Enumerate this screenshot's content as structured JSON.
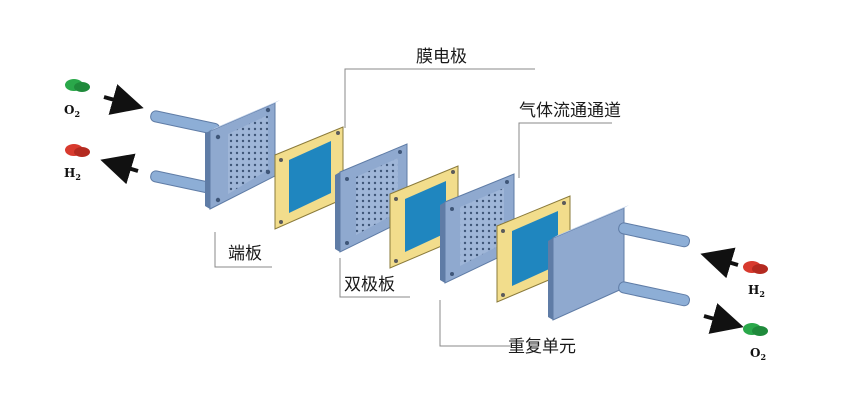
{
  "labels": {
    "mea": "膜电极",
    "flow_channel": "气体流通通道",
    "end_plate": "端板",
    "bipolar_plate": "双极板",
    "repeat_unit": "重复单元"
  },
  "gases": {
    "left_top": {
      "element": "O",
      "sub": "2",
      "color": "#2aa84a"
    },
    "left_bottom": {
      "element": "H",
      "sub": "2",
      "color": "#d83a2e"
    },
    "right_top": {
      "element": "H",
      "sub": "2",
      "color": "#d83a2e"
    },
    "right_bottom": {
      "element": "O",
      "sub": "2",
      "color": "#2aa84a"
    }
  },
  "colors": {
    "plate": "#8fa9cf",
    "plate_edge": "#5f7ca6",
    "frame": "#f2dd8c",
    "membrane": "#1f86bf",
    "pipe": "#8daed6"
  }
}
